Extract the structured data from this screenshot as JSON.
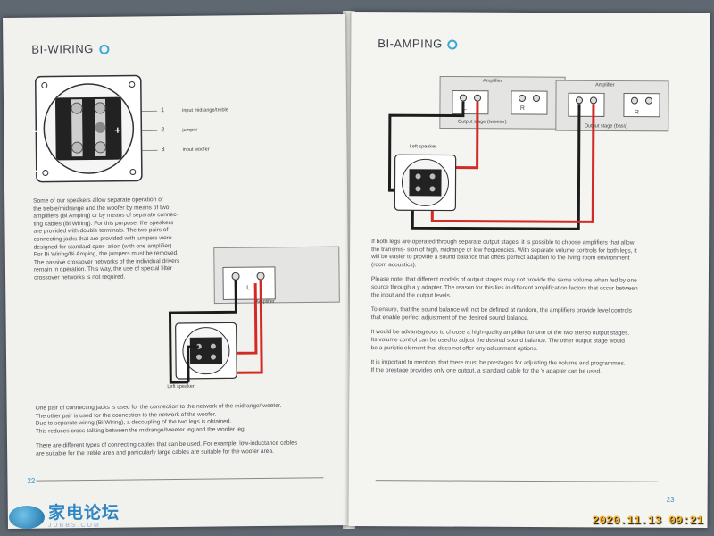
{
  "left_page": {
    "heading": "BI-WIRING",
    "terminal_labels": [
      "1",
      "2",
      "3"
    ],
    "terminal_descriptions": [
      "input midrange/treble",
      "jumper",
      "input woofer"
    ],
    "terminal_minus": "–",
    "terminal_plus": "+",
    "intro_lines": [
      "Some of our speakers allow separate operation of",
      "the treble/midrange and the woofer by means of two",
      "amplifiers (Bi Amping) or by means of separate connec-",
      "ting cables (Bi Wiring). For this purpose, the speakers",
      "are provided with double terminals. The two pairs of",
      "connecting jacks that are provided with jumpers were",
      "designed for standard oper- ation (with one amplifier).",
      "For Bi Wiring/Bi Amping, the jumpers must be removed.",
      "The passive crossover networks of the individual drivers",
      "remain in operation. This way, the use of special filter",
      "crossover networks is not required."
    ],
    "amp_label": "Amplifier",
    "amp_channel": "L",
    "speaker_label": "Left speaker",
    "body_lines": [
      "One pair of connecting jacks is used for the connection to the network of the midrange/tweeter.",
      "The other pair is used for the connection to the network of the woofer.",
      "Due to separate wiring (Bi Wiring), a decoupling of the two legs is obtained.",
      "This reduces cross-talking between the midrange/tweeter leg and the woofer leg.",
      "",
      "There are different types of connecting cables that can be used. For example, low-inductance cables",
      "are suitable for the treble area and particularly large cables are suitable for the woofer area."
    ],
    "page_number": "22"
  },
  "right_page": {
    "heading": "BI-AMPING",
    "amp1_title": "Amplifier",
    "amp1_stage": "Output stage (tweeter)",
    "amp2_title": "Amplifier",
    "amp2_stage": "Output stage (bass)",
    "channel_l": "L",
    "channel_r": "R",
    "speaker_label": "Left speaker",
    "paragraphs": [
      [
        "If both legs are operated through separate output stages, it is possible to choose amplifiers that allow",
        "the transmis- sion of high, midrange or low frequencies. With separate volume controls for both legs, it",
        "will be easier to provide a sound balance that offers perfect adaption to the living room environment",
        "(room acoustics)."
      ],
      [
        "Please note, that different models of output stages may not provide the same volume when fed by one",
        "source through a y adapter. The reason for this lies in different amplification factors that occur between",
        "the input and the output levels."
      ],
      [
        "To ensure, that the sound balance will not be defined at random, the amplifiers provide level controls",
        "that enable perfect adjustment of the desired sound balance."
      ],
      [
        "It would be advantageous to choose a high-quality amplifier for one of the two stereo output stages.",
        "Its volume control can be used to adjust the desired sound balance. The other output stage would",
        "be a puristic element that does not offer any adjustment options."
      ],
      [
        "It is important to mention, that there must be prestages for adjusting the volume and programmes.",
        "If the prestage provides only one output, a standard cable for the Y adapter can be used."
      ]
    ],
    "page_number": "23"
  },
  "overlay": {
    "timestamp": "2020.11.13 09:21",
    "watermark_title": "家电论坛",
    "watermark_sub": "JDBBS.COM"
  },
  "colors": {
    "accent": "#3aa9d6",
    "wire_red": "#d42a26",
    "wire_black": "#1c1c1c"
  }
}
